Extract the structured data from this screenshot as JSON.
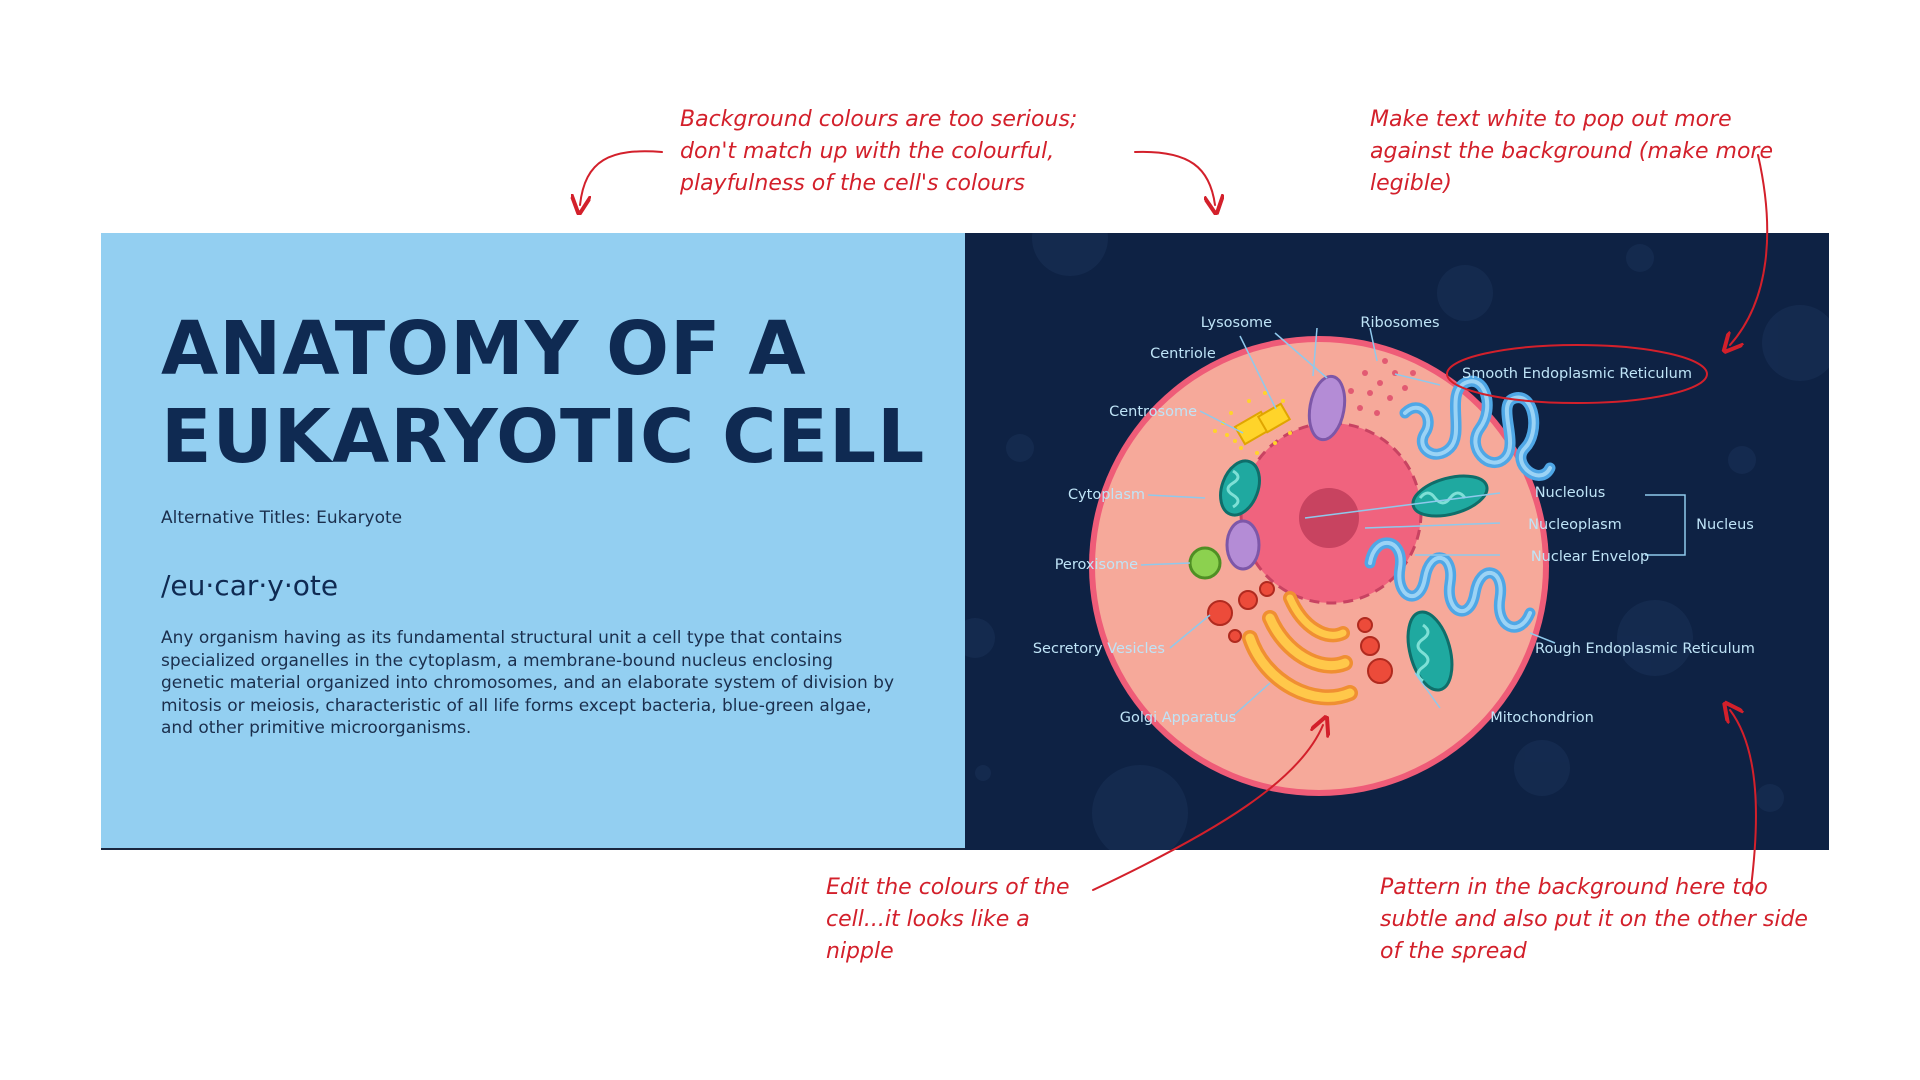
{
  "title": {
    "line1": "ANATOMY OF A",
    "line2": "EUKARYOTIC CELL"
  },
  "alt_titles": "Alternative Titles: Eukaryote",
  "pronunciation": "/eu·car·y·ote",
  "definition": "Any organism having as its fundamental structural unit a cell type that contains specialized organelles in the cytoplasm, a membrane-bound nucleus enclosing genetic material organized into chromosomes, and an elaborate system of division by mitosis or meiosis, characteristic of all life forms except bacteria, blue-green algae, and other primitive microorganisms.",
  "labels": {
    "lysosome": "Lysosome",
    "ribosomes": "Ribosomes",
    "centriole": "Centriole",
    "smooth_er": "Smooth Endoplasmic Reticulum",
    "centrosome": "Centrosome",
    "cytoplasm": "Cytoplasm",
    "nucleolus": "Nucleolus",
    "nucleoplasm": "Nucleoplasm",
    "nucleus": "Nucleus",
    "nuclear_envelop": "Nuclear Envelop",
    "peroxisome": "Peroxisome",
    "secretory_vesicles": "Secretory Vesicles",
    "rough_er": "Rough Endoplasmic Reticulum",
    "golgi": "Golgi Apparatus",
    "mitochondrion": "Mitochondrion"
  },
  "annotations": {
    "bg_colours": "Background colours are too serious; don't match up with the colourful, playfulness of the cell's colours",
    "text_white": "Make text white to pop out more against the background (make more legible)",
    "cell_colours": "Edit the colours of the cell...it looks like a nipple",
    "pattern": "Pattern in the background here too subtle and also put it on the other side of the spread"
  },
  "colors": {
    "left_bg": "#93cff1",
    "right_bg": "#0e2244",
    "title": "#0f2a52",
    "annotation": "#d3202b",
    "label": "#bfe4f7"
  }
}
